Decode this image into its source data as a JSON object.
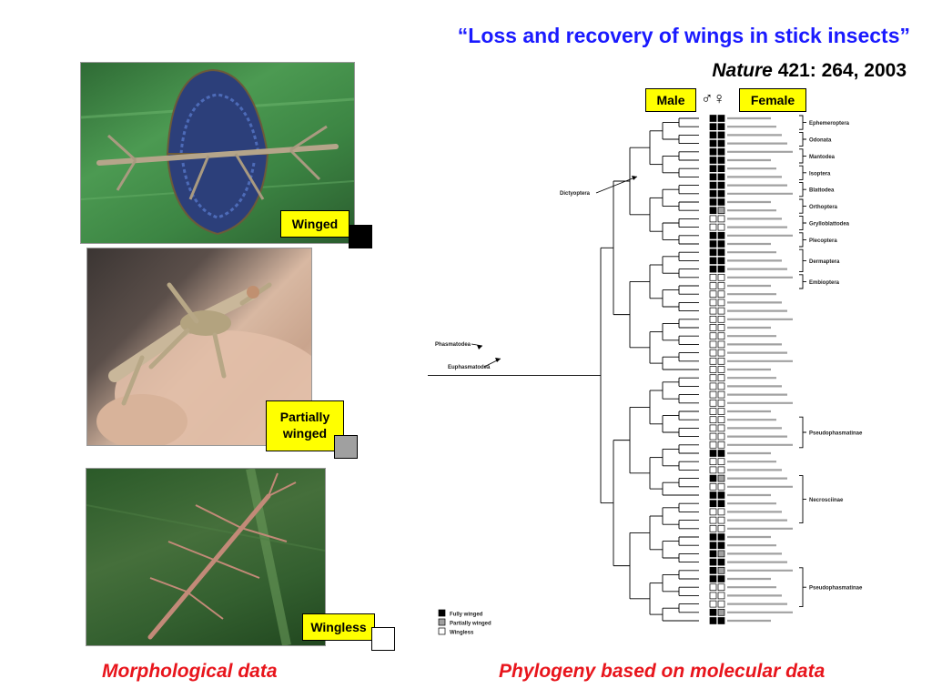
{
  "slide": {
    "title": "“Loss and recovery of wings in stick insects”",
    "citation_journal": "Nature",
    "citation_rest": " 421: 264, 2003"
  },
  "photos": {
    "winged_label": "Winged",
    "partial_label": "Partially winged",
    "wingless_label": "Wingless"
  },
  "sex_header": {
    "male": "Male",
    "female": "Female",
    "symbols": "♂♀"
  },
  "legend": {
    "fully": "Fully winged",
    "partially": "Partially winged",
    "wingless": "Wingless"
  },
  "colors": {
    "title": "#1a1aff",
    "caption": "#e8151c",
    "tag_bg": "#ffff00",
    "fully_winged": "#000000",
    "partially_winged": "#a0a0a0",
    "wingless": "#ffffff"
  },
  "tree": {
    "clade_labels": [
      "Ephemeroptera",
      "Odonata",
      "Mantodea",
      "Isoptera",
      "Blattodea",
      "Orthoptera",
      "Grylloblattodea",
      "Plecoptera",
      "Dermaptera",
      "Embioptera",
      "Pseudophasmatinae",
      "Necrosciinae",
      "Pseudophasmatinae"
    ],
    "node_annotations": [
      "Dictyoptera",
      "Phasmatodea",
      "Euphasmatodea"
    ],
    "taxa": [
      {
        "m": "F",
        "f": "F"
      },
      {
        "m": "F",
        "f": "F"
      },
      {
        "m": "F",
        "f": "F"
      },
      {
        "m": "F",
        "f": "F"
      },
      {
        "m": "F",
        "f": "F"
      },
      {
        "m": "F",
        "f": "F"
      },
      {
        "m": "F",
        "f": "F"
      },
      {
        "m": "F",
        "f": "F"
      },
      {
        "m": "F",
        "f": "F"
      },
      {
        "m": "F",
        "f": "F"
      },
      {
        "m": "F",
        "f": "F"
      },
      {
        "m": "F",
        "f": "P"
      },
      {
        "m": "W",
        "f": "W"
      },
      {
        "m": "W",
        "f": "W"
      },
      {
        "m": "F",
        "f": "F"
      },
      {
        "m": "F",
        "f": "F"
      },
      {
        "m": "F",
        "f": "F"
      },
      {
        "m": "F",
        "f": "F"
      },
      {
        "m": "F",
        "f": "F"
      },
      {
        "m": "W",
        "f": "W"
      },
      {
        "m": "W",
        "f": "W"
      },
      {
        "m": "W",
        "f": "W"
      },
      {
        "m": "W",
        "f": "W"
      },
      {
        "m": "W",
        "f": "W"
      },
      {
        "m": "W",
        "f": "W"
      },
      {
        "m": "W",
        "f": "W"
      },
      {
        "m": "W",
        "f": "W"
      },
      {
        "m": "W",
        "f": "W"
      },
      {
        "m": "W",
        "f": "W"
      },
      {
        "m": "W",
        "f": "W"
      },
      {
        "m": "W",
        "f": "W"
      },
      {
        "m": "W",
        "f": "W"
      },
      {
        "m": "W",
        "f": "W"
      },
      {
        "m": "W",
        "f": "W"
      },
      {
        "m": "W",
        "f": "W"
      },
      {
        "m": "W",
        "f": "W"
      },
      {
        "m": "W",
        "f": "W"
      },
      {
        "m": "W",
        "f": "W"
      },
      {
        "m": "W",
        "f": "W"
      },
      {
        "m": "W",
        "f": "W"
      },
      {
        "m": "F",
        "f": "F"
      },
      {
        "m": "W",
        "f": "W"
      },
      {
        "m": "W",
        "f": "W"
      },
      {
        "m": "F",
        "f": "P"
      },
      {
        "m": "W",
        "f": "W"
      },
      {
        "m": "F",
        "f": "F"
      },
      {
        "m": "F",
        "f": "F"
      },
      {
        "m": "W",
        "f": "W"
      },
      {
        "m": "W",
        "f": "W"
      },
      {
        "m": "W",
        "f": "W"
      },
      {
        "m": "F",
        "f": "F"
      },
      {
        "m": "F",
        "f": "F"
      },
      {
        "m": "F",
        "f": "P"
      },
      {
        "m": "F",
        "f": "F"
      },
      {
        "m": "F",
        "f": "P"
      },
      {
        "m": "F",
        "f": "F"
      },
      {
        "m": "W",
        "f": "W"
      },
      {
        "m": "W",
        "f": "W"
      },
      {
        "m": "W",
        "f": "W"
      },
      {
        "m": "F",
        "f": "P"
      },
      {
        "m": "F",
        "f": "F"
      }
    ]
  },
  "captions": {
    "left": "Morphological data",
    "right": "Phylogeny based on molecular data"
  }
}
